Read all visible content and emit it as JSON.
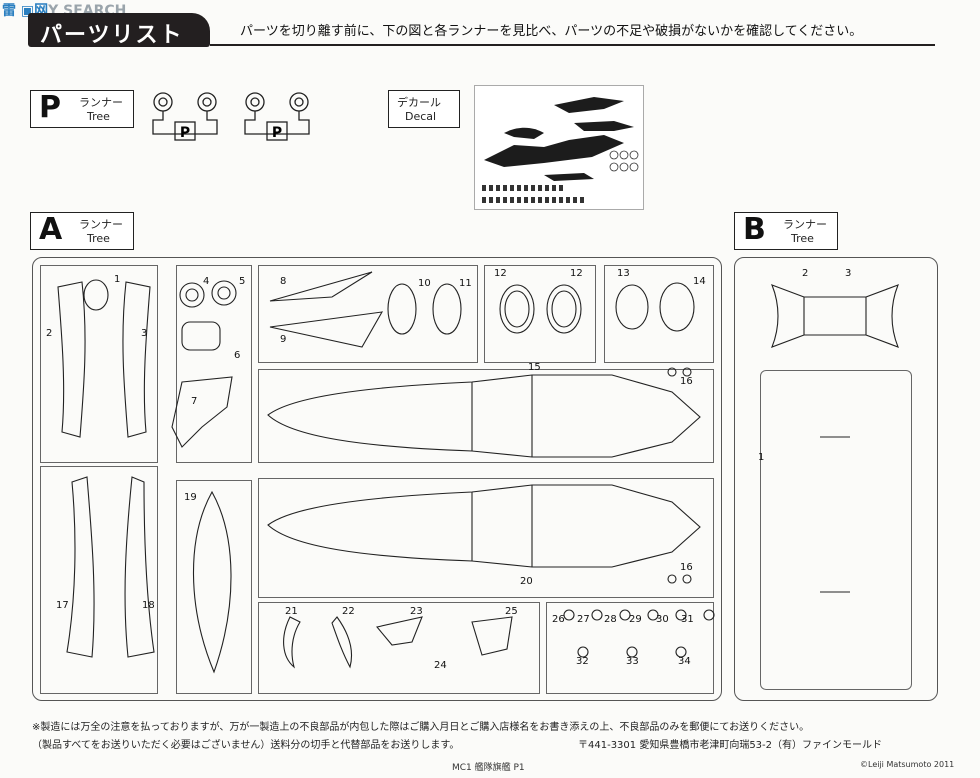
{
  "header": {
    "watermark_main": "雷 ▣网",
    "watermark_sub": "Y SEARCH",
    "title": "パーツリスト",
    "instruction": "パーツを切り離す前に、下の図と各ランナーを見比べ、パーツの不足や破損がないかを確認してください。"
  },
  "trees": {
    "P": {
      "letter": "P",
      "jp": "ランナー",
      "en": "Tree",
      "part_letter": "P"
    },
    "decal": {
      "jp": "デカール",
      "en": "Decal"
    },
    "A": {
      "letter": "A",
      "jp": "ランナー",
      "en": "Tree"
    },
    "B": {
      "letter": "B",
      "jp": "ランナー",
      "en": "Tree"
    }
  },
  "parts_a": {
    "n1": "1",
    "n2": "2",
    "n3": "3",
    "n4": "4",
    "n5": "5",
    "n6": "6",
    "n7": "7",
    "n8": "8",
    "n9": "9",
    "n10": "10",
    "n11": "11",
    "n12a": "12",
    "n12b": "12",
    "n13": "13",
    "n14": "14",
    "n15": "15",
    "n16a": "16",
    "n16b": "16",
    "n17": "17",
    "n18": "18",
    "n19": "19",
    "n20": "20",
    "n21": "21",
    "n22": "22",
    "n23": "23",
    "n24": "24",
    "n25": "25",
    "n26": "26",
    "n27": "27",
    "n28": "28",
    "n29": "29",
    "n30": "30",
    "n31": "31",
    "n32": "32",
    "n33": "33",
    "n34": "34"
  },
  "parts_b": {
    "n1": "1",
    "n2": "2",
    "n3": "3"
  },
  "footer": {
    "note_line1": "※製造には万全の注意を払っておりますが、万が一製造上の不良部品が内包した際はご購入月日とご購入店様名をお書き添えの上、不良部品のみを郵便にてお送りください。",
    "note_line2": "（製品すべてをお送りいただく必要はございません）送料分の切手と代替部品をお送りします。",
    "address": "〒441-3301 愛知県豊橋市老津町向瑞53-2（有）ファインモールド",
    "page_ref": "MC1 艦隊旗艦 P1",
    "copyright": "©Leiji Matsumoto 2011"
  }
}
